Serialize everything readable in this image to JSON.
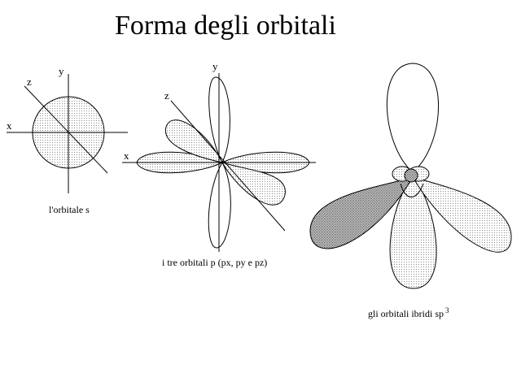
{
  "title": "Forma  degli  orbitali",
  "colors": {
    "background": "#ffffff",
    "stroke": "#000000",
    "dot_fill": "#888888",
    "dark_dot_fill": "#333333"
  },
  "panel_s": {
    "axis_x": "x",
    "axis_y": "y",
    "axis_z": "z",
    "caption": "l'orbitale s"
  },
  "panel_p": {
    "axis_x": "x",
    "axis_y": "y",
    "axis_z": "z",
    "caption": "i tre orbitali p (px, py e pz)"
  },
  "panel_sp3": {
    "caption": "gli orbitali ibridi sp",
    "caption_sup": "3"
  }
}
